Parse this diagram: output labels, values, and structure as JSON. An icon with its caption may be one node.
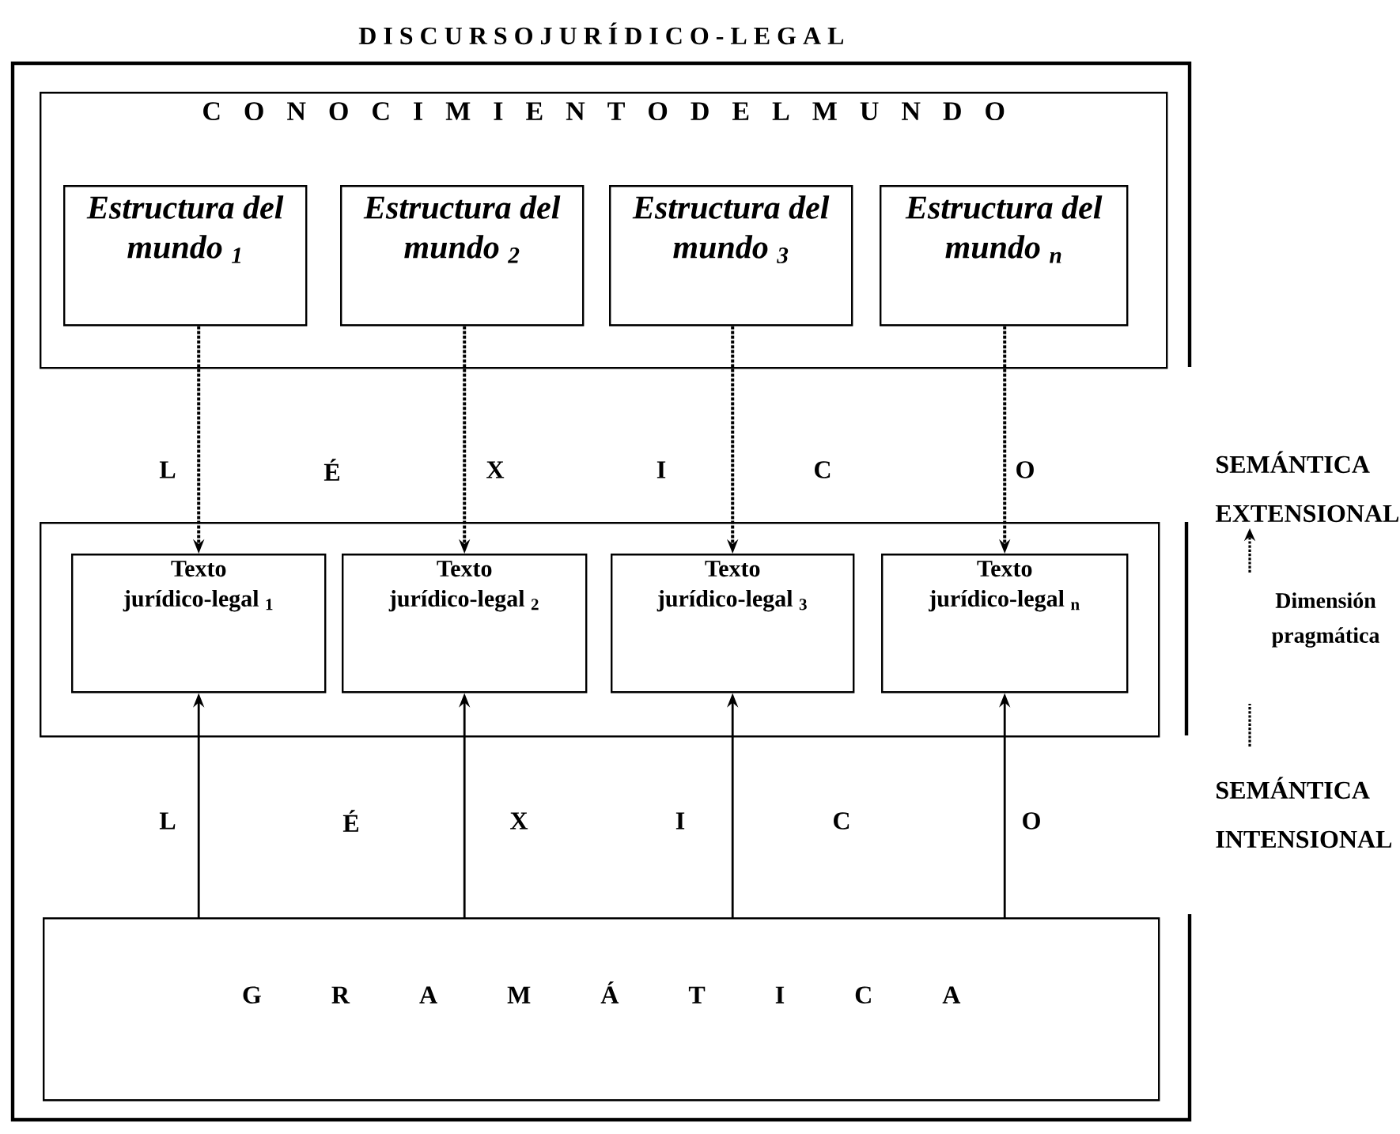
{
  "diagram": {
    "nodes": [
      {
        "text": [
          "D I S C U R S O J U R Í D I C O - L E G A L"
        ]
      },
      {
        "text": [
          "C O N O C I M I E N T O D E L M U N D O"
        ],
        "in": 0
      },
      {
        "text": [
          "Estructura del mundo $_{1}$"
        ],
        "in": 1
      },
      {
        "text": [
          "Estructura del mundo $_{2}$"
        ],
        "in": 1
      },
      {
        "text": [
          "Estructura del mundo $_{3}$"
        ],
        "in": 1
      },
      {
        "text": [
          "Estructura del mundo $_{n}$"
        ],
        "in": 1
      },
      {
        "text": [],
        "shape": "box",
        "in": 0
      },
      {
        "text": [
          "Texto jurídico-legal $_{1}$"
        ],
        "in": 6
      },
      {
        "text": [
          "Texto jurídico-legal $_{2}$"
        ],
        "in": 6
      },
      {
        "text": [
          "Texto jurídico-legal $_{3}$"
        ],
        "in": 6
      },
      {
        "text": [
          "Texto jurídico-legal $_{n}$"
        ],
        "in": 6
      },
      {
        "text": [
          "G R A M Á T I C A"
        ],
        "in": 0
      }
    ],
    "edges": [
      {
        "from": 2,
        "to": 7,
        "arrow": "to",
        "style": "dashed"
      },
      {
        "from": 3,
        "to": 8,
        "arrow": "to",
        "style": "dashed"
      },
      {
        "from": 4,
        "to": 9,
        "arrow": "to",
        "style": "dashed"
      },
      {
        "from": 5,
        "to": 10,
        "arrow": "to",
        "style": "dashed"
      },
      {
        "from": 11,
        "to": 7,
        "arrow": "to"
      },
      {
        "from": 11,
        "to": 8,
        "arrow": "to"
      },
      {
        "from": 11,
        "to": 9,
        "arrow": "to"
      },
      {
        "from": 11,
        "to": 10,
        "arrow": "to"
      }
    ],
    "labels": [
      "L",
      "É",
      "X",
      "I",
      "C",
      "O",
      "SEMÁNTICA EXTENSIONAL",
      "Dimensión pragmática",
      "L",
      "É",
      "X",
      "I",
      "C",
      "O",
      "SEMÁNTICA INTENSIONAL"
    ]
  }
}
